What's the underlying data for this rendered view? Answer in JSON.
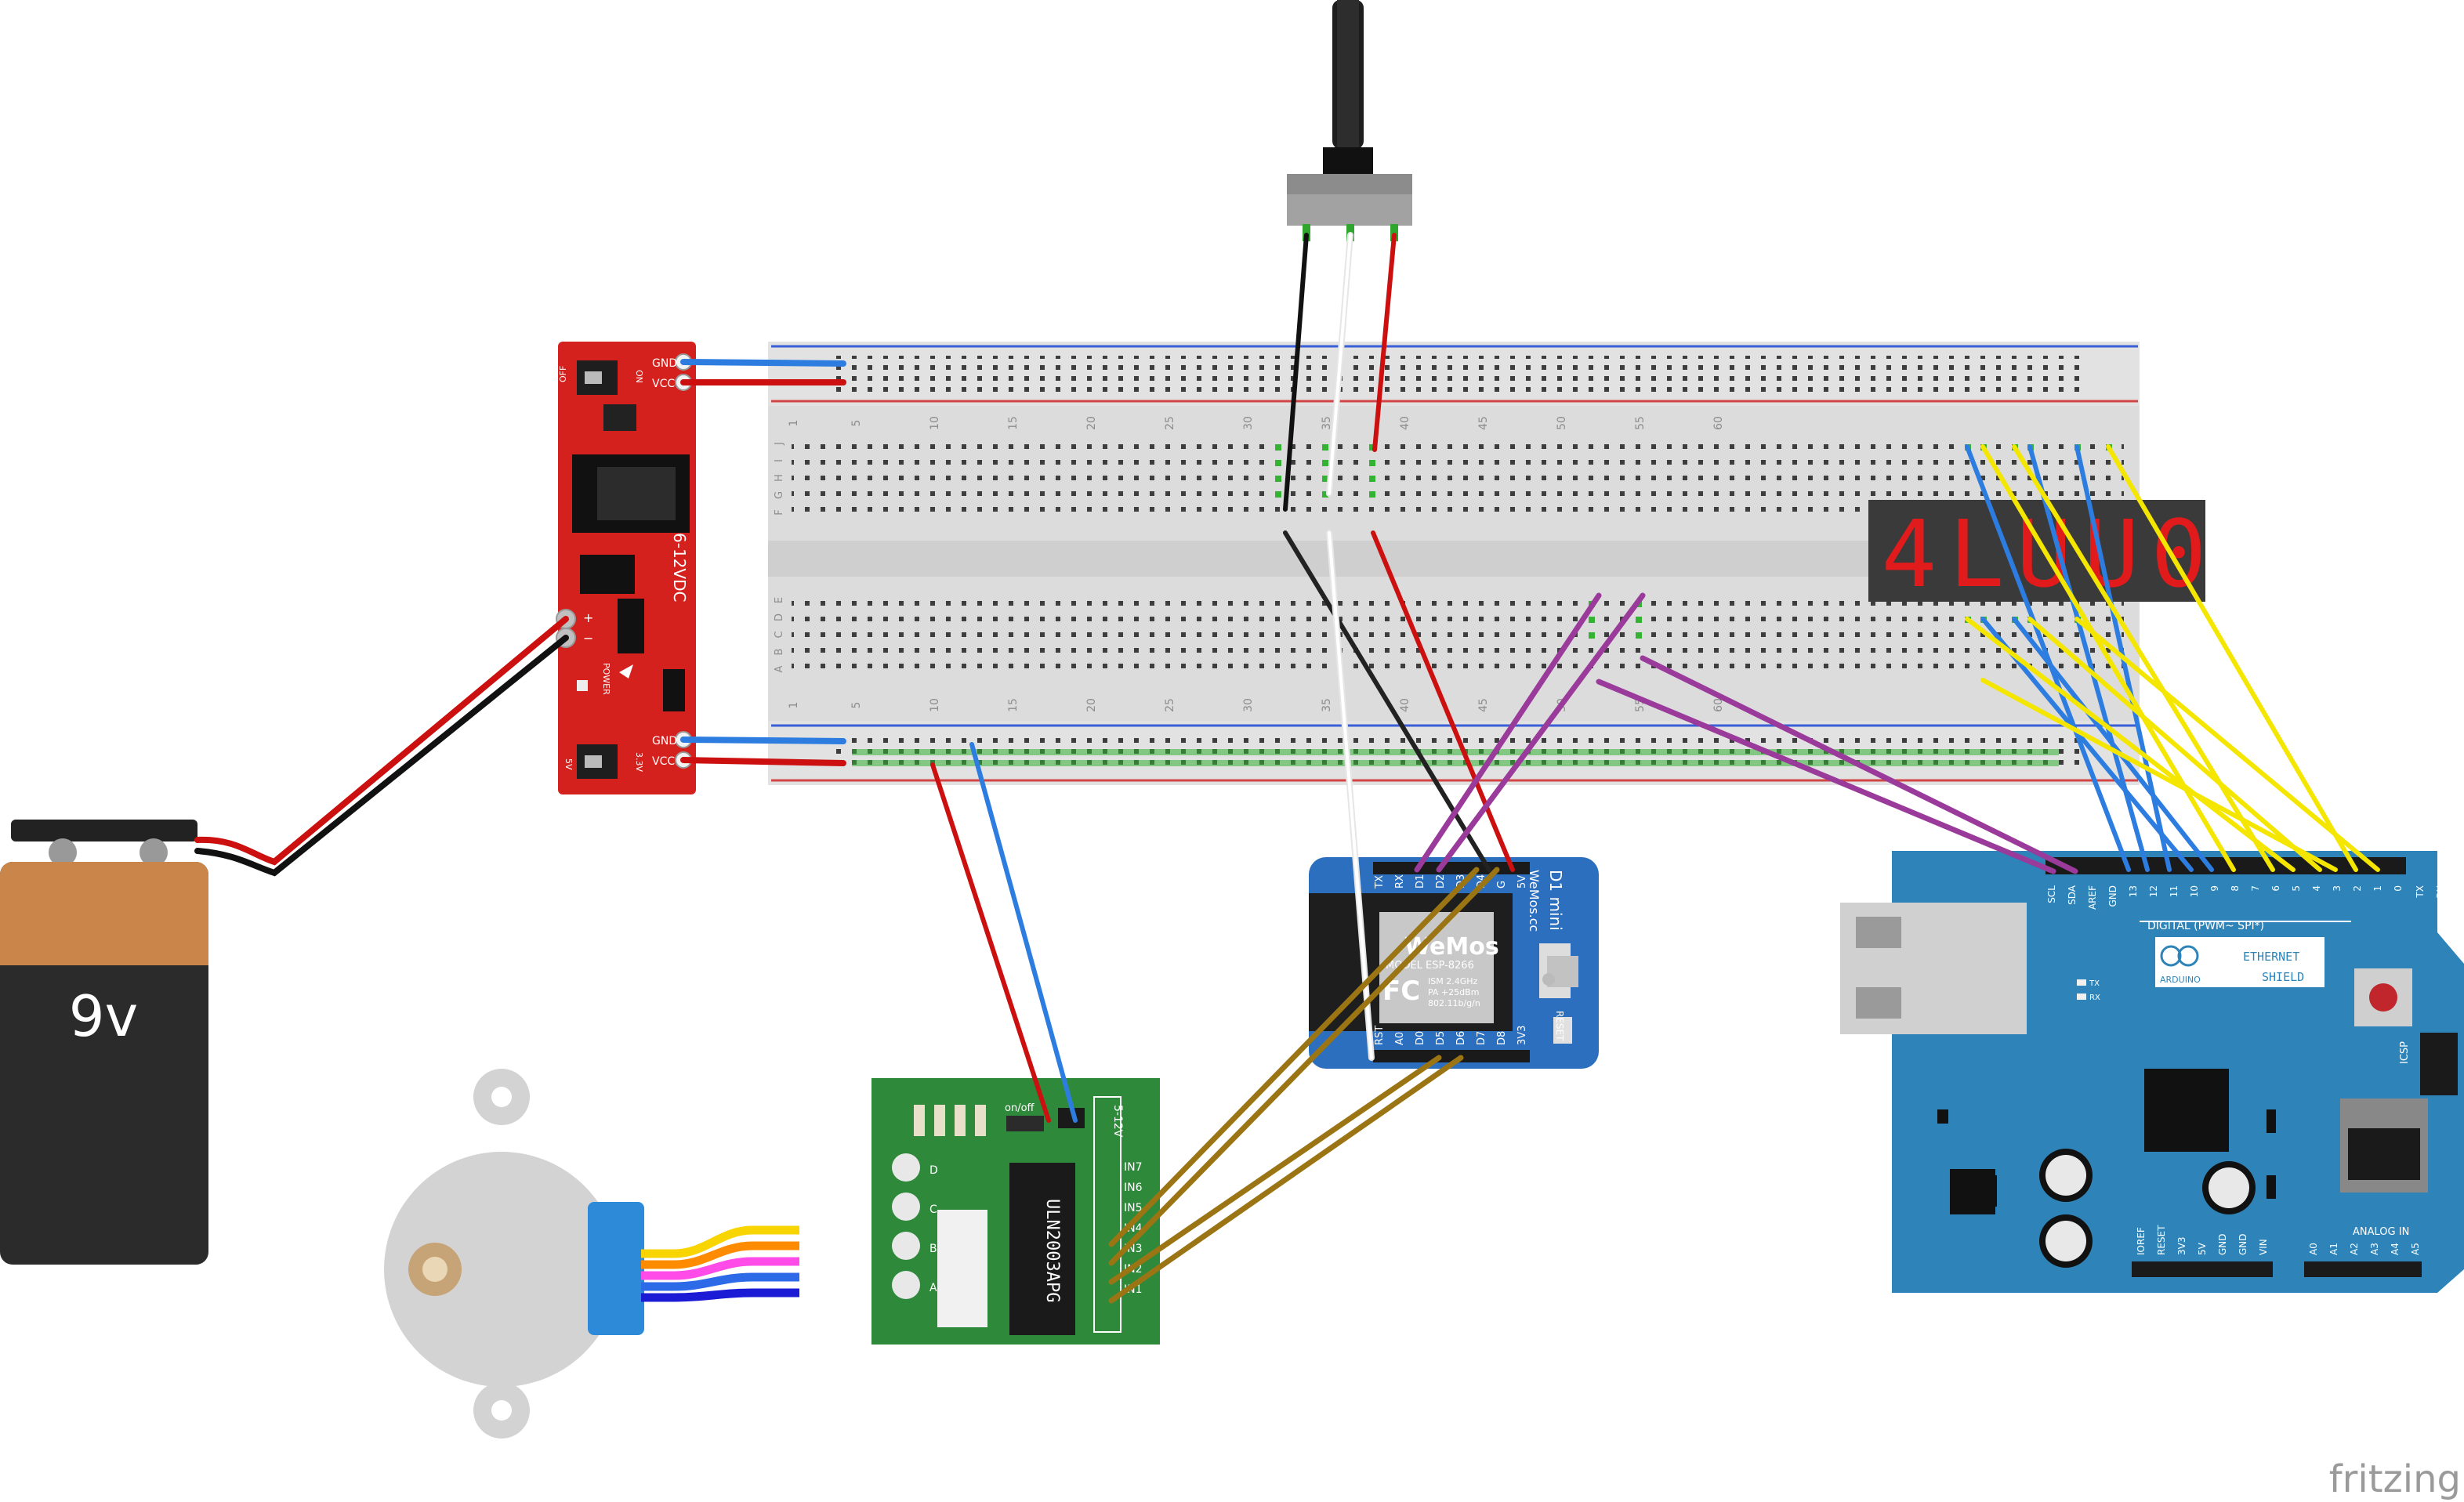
{
  "watermark": "fritzing",
  "battery": {
    "label": "9v"
  },
  "breadboard": {
    "column_numbers": [
      "1",
      "5",
      "10",
      "15",
      "20",
      "25",
      "30",
      "35",
      "40",
      "45",
      "50",
      "55",
      "60"
    ],
    "row_letters_top": [
      "J",
      "I",
      "H",
      "G",
      "F"
    ],
    "row_letters_bottom": [
      "E",
      "D",
      "C",
      "B",
      "A"
    ]
  },
  "power_module": {
    "top_pins": [
      "GND",
      "VCC"
    ],
    "bottom_pins": [
      "GND",
      "VCC"
    ],
    "switch_labels": [
      "OFF",
      "ON"
    ],
    "voltage_label": "6-12VDC",
    "led_label": "POWER",
    "bottom_voltage": "5V",
    "bottom_voltage2": "3.3V",
    "plus": "+",
    "minus": "−"
  },
  "wemos": {
    "top_pins": [
      "TX",
      "RX",
      "D1",
      "D2",
      "D3",
      "D4",
      "G",
      "5V"
    ],
    "bottom_pins": [
      "RST",
      "A0",
      "D0",
      "D5",
      "D6",
      "D7",
      "D8",
      "3V3"
    ],
    "brand": "WeMos",
    "model": "MODEL ESP-8266",
    "spec1": "ISM 2.4GHz",
    "spec2": "PA +25dBm",
    "spec3": "802.11b/g/n",
    "name": "D1 mini",
    "url": "WeMos.cc",
    "reset": "RESET",
    "fcc": "FC"
  },
  "driver": {
    "chip": "ULN2003APG",
    "inputs": [
      "IN7",
      "IN6",
      "IN5",
      "IN4",
      "IN3",
      "IN2",
      "IN1"
    ],
    "voltage": "5-12V",
    "switch": "on/off",
    "leds": [
      "D",
      "C",
      "B",
      "A"
    ]
  },
  "arduino": {
    "digital_pins": [
      "SCL",
      "SDA",
      "AREF",
      "GND",
      "13",
      "12",
      "11",
      "10",
      "9",
      "8",
      "7",
      "6",
      "5",
      "4",
      "3",
      "2",
      "1",
      "0"
    ],
    "digital_label": "DIGITAL (PWM~ SPI*)",
    "tx": "TX",
    "rx": "RX",
    "tx_led": "TX",
    "rx_led": "RX",
    "brand": "ARDUINO",
    "shield1": "ETHERNET",
    "shield2": "SHIELD",
    "icsp": "ICSP",
    "analog_label": "ANALOG IN",
    "power_pins": [
      "IOREF",
      "RESET",
      "3V3",
      "5V",
      "GND",
      "GND",
      "VIN"
    ],
    "analog_pins": [
      "A0",
      "A1",
      "A2",
      "A3",
      "A4",
      "A5"
    ]
  },
  "display": {
    "digits": [
      "4",
      "L",
      "U",
      "U",
      "0"
    ]
  }
}
